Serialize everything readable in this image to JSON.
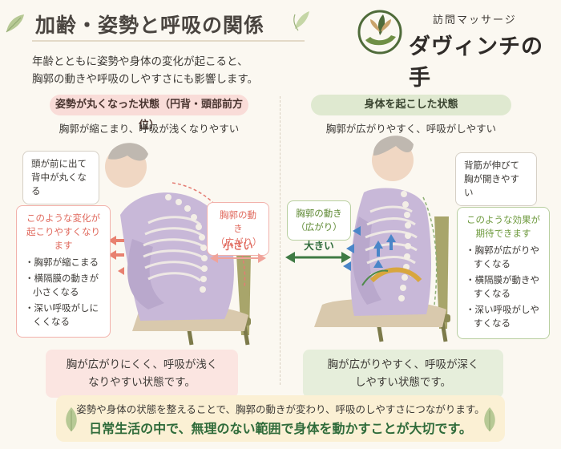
{
  "header": {
    "title": "加齢・姿勢と呼吸の関係",
    "logo_sub": "訪問マッサージ",
    "logo_main": "ダヴィンチの手"
  },
  "intro": {
    "line1": "年齢とともに姿勢や身体の変化が起こると、",
    "line2": "胸郭の動きや呼吸のしやすさにも影響します。"
  },
  "left": {
    "heading": "姿勢が丸くなった状態（円背・頭部前方位）",
    "subheading": "胸郭が縮こまり、呼吸が浅くなりやすい",
    "head_note": [
      "頭が前に出て",
      "背中が丸くなる"
    ],
    "changes_title": [
      "このような変化が",
      "起こりやすくなります"
    ],
    "changes": [
      "・胸郭が縮こまる",
      "・横隔膜の動きが小さくなる",
      "・深い呼吸がしにくくなる"
    ],
    "motion_label": [
      "胸郭の動き",
      "（広がり）"
    ],
    "motion_value": "小さい",
    "summary": [
      "胸が広がりにくく、呼吸が浅く",
      "なりやすい状態です。"
    ]
  },
  "right": {
    "heading": "身体を起こした状態",
    "subheading": "胸郭が広がりやすく、呼吸がしやすい",
    "back_note": [
      "背筋が伸びて",
      "胸が開きやすい"
    ],
    "effects_title": [
      "このような効果が",
      "期待できます"
    ],
    "effects": [
      "・胸郭が広がりやすくなる",
      "・横隔膜が動きやすくなる",
      "・深い呼吸がしやすくなる"
    ],
    "motion_label": [
      "胸郭の動き",
      "（広がり）"
    ],
    "motion_value": "大きい",
    "summary": [
      "胸が広がりやすく、呼吸が深く",
      "しやすい状態です。"
    ]
  },
  "footer": {
    "line1": "姿勢や身体の状態を整えることで、胸郭の動きが変わり、呼吸のしやすさにつながります。",
    "line2": "日常生活の中で、無理のない範囲で身体を動かすことが大切です。"
  },
  "colors": {
    "pink_accent": "#e06a5e",
    "green_accent": "#6e9a3e",
    "footer_text": "#2f6b3a"
  }
}
